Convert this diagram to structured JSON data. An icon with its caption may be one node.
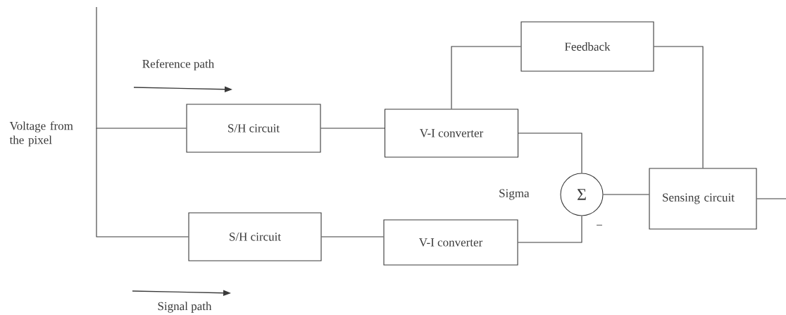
{
  "diagram": {
    "nodes": [
      {
        "text": [
          "S/H circuit"
        ]
      },
      {
        "text": [
          "S/H circuit"
        ]
      },
      {
        "text": [
          "V-I converter"
        ]
      },
      {
        "text": [
          "V-I converter"
        ]
      },
      {
        "text": [
          "Feedback"
        ]
      },
      {
        "text": [
          "Σ"
        ],
        "beside": [
          "Sigma"
        ]
      },
      {
        "text": [
          "Sensing circuit"
        ]
      }
    ],
    "edges": [
      {
        "from": null,
        "to": 0,
        "arrow": "none"
      },
      {
        "from": null,
        "to": 1,
        "arrow": "none"
      },
      {
        "from": 0,
        "to": 2,
        "arrow": "none"
      },
      {
        "from": 1,
        "to": 3,
        "arrow": "none"
      },
      {
        "from": 2,
        "to": 4,
        "arrow": "none"
      },
      {
        "from": 4,
        "to": 6,
        "arrow": "none"
      },
      {
        "from": 2,
        "to": 5,
        "arrow": "none"
      },
      {
        "from": 3,
        "to": 5,
        "arrow": "none"
      },
      {
        "from": 5,
        "to": 6,
        "arrow": "none"
      },
      {
        "from": 6,
        "to": null,
        "arrow": "none"
      }
    ],
    "labels": [
      "Reference path",
      "Voltage from the pixel",
      "−",
      "Signal path"
    ]
  }
}
